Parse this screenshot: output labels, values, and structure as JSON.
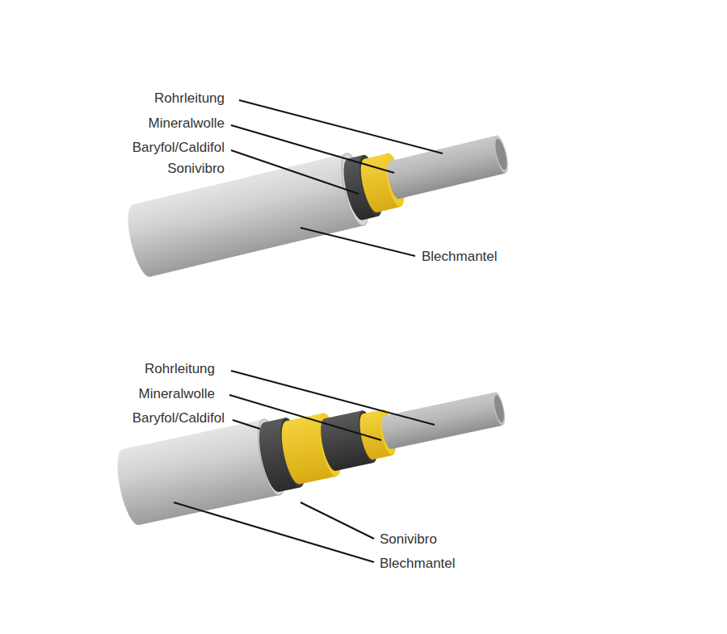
{
  "diagram": {
    "labels": [
      "Rohrleitung",
      "Mineralwolle",
      "Baryfol/Caldifol",
      "Sonivibro",
      "Blechmantel",
      "Rohrleitung",
      "Mineralwolle",
      "Baryfol/Caldifol",
      "Sonivibro",
      "Blechmantel"
    ]
  }
}
